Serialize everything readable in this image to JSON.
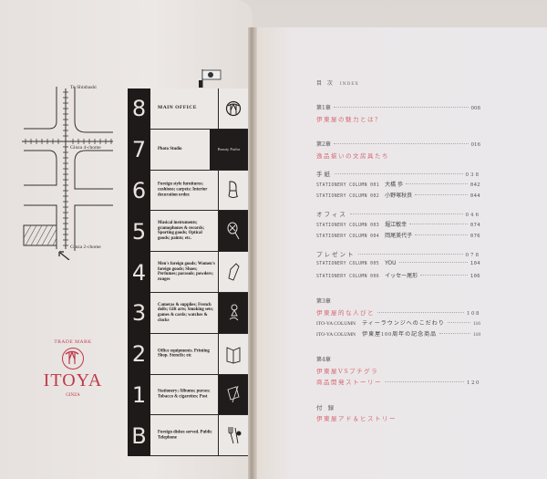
{
  "map": {
    "labels": {
      "top": "To Shinbashi",
      "mid": "Ginza 4-chome",
      "bottom": "Ginza 2-chome"
    }
  },
  "logo": {
    "trade_mark": "TRADE MARK",
    "name": "ITOYA",
    "sub": "GINZA"
  },
  "directory": {
    "floors": [
      {
        "num": "8",
        "text": "MAIN OFFICE",
        "icon": "itoya-logo-icon",
        "icon_glyph": "⛩",
        "dark": false
      },
      {
        "num": "7",
        "text": "Photo Studio",
        "icon": "beauty-parlor",
        "extra": "Beauty Parlor",
        "dark": true
      },
      {
        "num": "6",
        "text": "Foreign style furnitures; cushions; carpets; Interior decoration order.",
        "icon": "chair-icon",
        "icon_glyph": "🪑",
        "dark": false
      },
      {
        "num": "5",
        "text": "Musical instruments; gramophones & records; Sporting goods; Optical goods; paints; etc.",
        "icon": "tennis-racket-icon",
        "icon_glyph": "🎾",
        "dark": true
      },
      {
        "num": "4",
        "text": "Men's foreign goods; Women's foreign goods; Shoes; Perfumes; parasols; powders; rouges",
        "icon": "perfume-icon",
        "icon_glyph": "🧴",
        "dark": false
      },
      {
        "num": "3",
        "text": "Cameras & supplies; French dolls; Gift arts; Smoking sets; games & cards; watches & clocks",
        "icon": "doll-icon",
        "icon_glyph": "🎎",
        "dark": true
      },
      {
        "num": "2",
        "text": "Office equipments. Printing Shop. Stencils; etc",
        "icon": "book-icon",
        "icon_glyph": "📖",
        "dark": false
      },
      {
        "num": "1",
        "text": "Stationery; Albums; purses; Tobacco & cigarettes; Post",
        "icon": "stationery-icon",
        "icon_glyph": "✎",
        "dark": true
      },
      {
        "num": "B",
        "text": "Foreign dishes served. Public Telephone",
        "icon": "cutlery-icon",
        "icon_glyph": "🍴",
        "dark": false
      }
    ]
  },
  "toc": {
    "title": "目 次",
    "title_en": "INDEX",
    "chapter1": {
      "label": "第1章",
      "title": "伊東屋の魅力とは？",
      "page": "008"
    },
    "chapter2": {
      "label": "第2章",
      "title": "逸品揃いの文房具たち",
      "page": "016"
    },
    "sections2": [
      {
        "name": "手紙",
        "page": "038",
        "columns": [
          {
            "label": "STATIONERY COLUMN 001",
            "author": "大橋 歩",
            "page": "042"
          },
          {
            "label": "STATIONERY COLUMN 002",
            "author": "小野塚秋良",
            "page": "044"
          }
        ]
      },
      {
        "name": "オフィス",
        "page": "046",
        "columns": [
          {
            "label": "STATIONERY COLUMN 003",
            "author": "堀江敏幸",
            "page": "074"
          },
          {
            "label": "STATIONERY COLUMN 004",
            "author": "岡尾美代子",
            "page": "076"
          }
        ]
      },
      {
        "name": "プレゼント",
        "page": "078",
        "columns": [
          {
            "label": "STATIONERY COLUMN 005",
            "author": "YOU",
            "page": "104"
          },
          {
            "label": "STATIONERY COLUMN 006",
            "author": "イッセー尾形",
            "page": "106"
          }
        ]
      }
    ],
    "chapter3": {
      "label": "第3章",
      "title": "伊東屋的な人びと",
      "page": "108",
      "columns": [
        {
          "label": "ITO-YA COLUMN",
          "title": "ティーラウンジへのこだわり",
          "page": "116"
        },
        {
          "label": "ITO-YA COLUMN",
          "title": "伊東屋100周年の記念商品",
          "page": "118"
        }
      ]
    },
    "chapter4": {
      "label": "第4章",
      "title_line1": "伊東屋VSプチグラ",
      "title_line2": "商品開発ストーリー",
      "page": "120"
    },
    "appendix": {
      "label": "付 録",
      "title": "伊東屋アド＆ヒストリー"
    }
  },
  "colors": {
    "accent_red": "#d36a74",
    "logo_red": "#c0394a",
    "directory_black": "#1d1a19"
  }
}
